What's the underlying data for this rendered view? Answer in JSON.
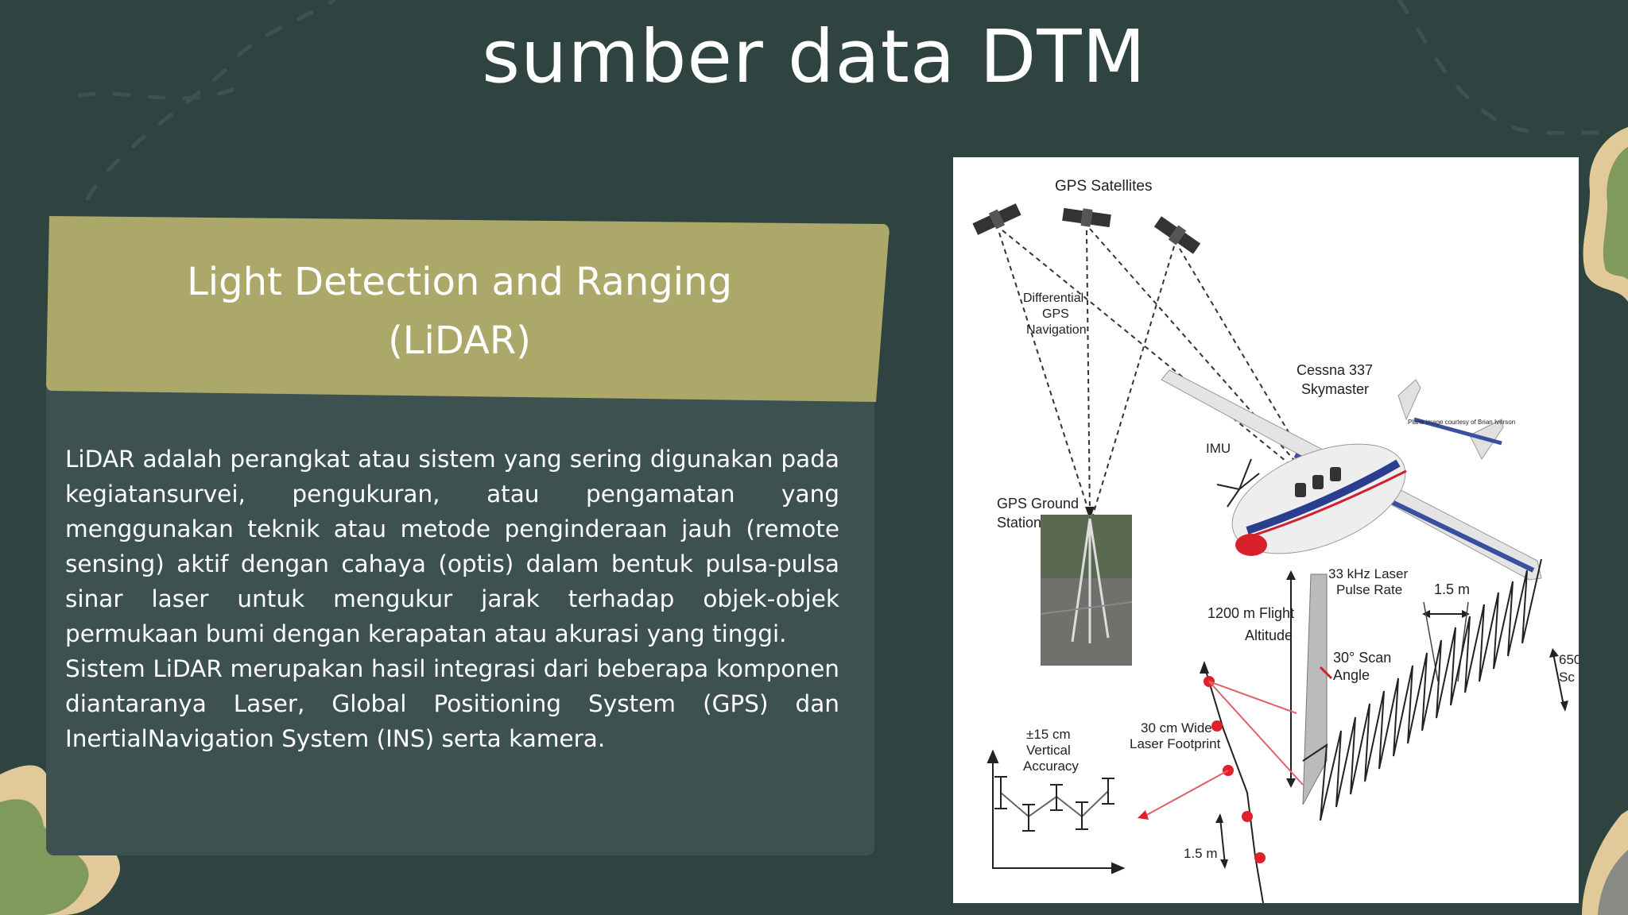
{
  "slide": {
    "title": "sumber data DTM"
  },
  "card": {
    "heading_line1": "Light Detection and Ranging",
    "heading_line2": "(LiDAR)",
    "paragraph1": "LiDAR adalah perangkat atau sistem yang sering digunakan pada kegiatansurvei, pengukuran, atau pengamatan yang menggunakan teknik atau metode penginderaan jauh (remote sensing) aktif dengan cahaya (optis) dalam bentuk pulsa-pulsa sinar laser untuk mengukur jarak terhadap objek-objek permukaan bumi dengan kerapatan atau akurasi yang tinggi.",
    "paragraph2": "Sistem LiDAR merupakan hasil integrasi dari beberapa komponen diantaranya Laser, Global Positioning System (GPS) dan InertialNavigation System (INS) serta kamera."
  },
  "figure": {
    "gps_satellites": "GPS Satellites",
    "differential_line1": "Differential",
    "differential_line2": "GPS",
    "differential_line3": "Navigation",
    "aircraft_line1": "Cessna 337",
    "aircraft_line2": "Skymaster",
    "image_courtesy": "Plane image courtesy of Brian Iverson",
    "imu": "IMU",
    "ground_station_line1": "GPS Ground",
    "ground_station_line2": "Station",
    "pulse_rate_line1": "33 kHz Laser",
    "pulse_rate_line2": "Pulse Rate",
    "swath_spacing": "1.5 m",
    "flight_alt_line1": "1200 m Flight",
    "flight_alt_line2": "Altitude",
    "scan_angle_line1": "30° Scan",
    "scan_angle_line2": "Angle",
    "swath_width_line1": "650",
    "swath_width_line2": "Sc",
    "footprint_line1": "30 cm Wide",
    "footprint_line2": "Laser Footprint",
    "accuracy_line1": "±15 cm",
    "accuracy_line2": "Vertical",
    "accuracy_line3": "Accuracy",
    "point_spacing": "1.5 m"
  },
  "colors": {
    "background": "#2f4440",
    "card_header": "#aca86a",
    "card_body": "#3d5150",
    "leaf_green": "#7f9a5a",
    "leaf_tan": "#e2c999"
  }
}
